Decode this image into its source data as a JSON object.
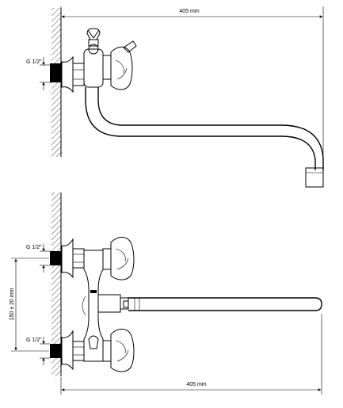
{
  "top_view": {
    "overall_length_label": "405 mm",
    "thread_label": "G 1/2\""
  },
  "bottom_view": {
    "thread_label_upper": "G 1/2\"",
    "thread_label_lower": "G 1/2\"",
    "center_distance_label": "150 ± 20 mm",
    "overall_length_label": "405 mm"
  }
}
